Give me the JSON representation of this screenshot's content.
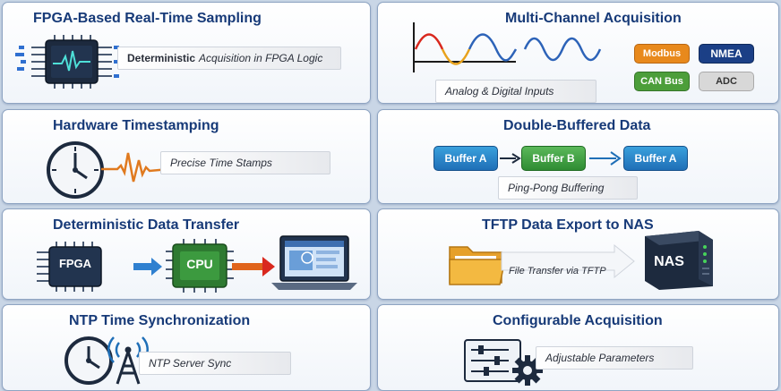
{
  "cards": {
    "fpga_sampling": {
      "title": "FPGA-Based Real-Time Sampling",
      "caption_bold": "Deterministic",
      "caption_rest": "Acquisition in FPGA Logic"
    },
    "multi_channel": {
      "title": "Multi-Channel Acquisition",
      "caption": "Analog & Digital Inputs",
      "tags": [
        {
          "label": "Modbus",
          "color": "#e8891c"
        },
        {
          "label": "NMEA",
          "color": "#1b3f86"
        },
        {
          "label": "CAN Bus",
          "color": "#4c9e3a"
        },
        {
          "label": "ADC",
          "color": "#d8d8d8"
        }
      ]
    },
    "timestamping": {
      "title": "Hardware Timestamping",
      "caption": "Precise Time Stamps"
    },
    "double_buffer": {
      "title": "Double-Buffered Data",
      "caption": "Ping-Pong Buffering",
      "buffer_a": "Buffer A",
      "buffer_b": "Buffer B",
      "buffer_a2": "Buffer A"
    },
    "data_transfer": {
      "title": "Deterministic Data Transfer",
      "fpga_label": "FPGA",
      "cpu_label": "CPU"
    },
    "tftp_export": {
      "title": "TFTP Data Export to NAS",
      "caption": "File Transfer via TFTP",
      "nas_label": "NAS"
    },
    "ntp_sync": {
      "title": "NTP Time Synchronization",
      "caption": "NTP Server Sync"
    },
    "configurable": {
      "title": "Configurable Acquisition",
      "caption": "Adjustable Parameters"
    }
  },
  "icons": [
    "chip-waveform-icon",
    "waveform-icon",
    "clock-icon",
    "laptop-icon",
    "folder-icon",
    "nas-icon",
    "antenna-icon",
    "sliders-icon",
    "gear-icon"
  ],
  "colors": {
    "title": "#173a78",
    "orange": "#e07a1f",
    "blue": "#1f6fb7",
    "green": "#3d8f3a"
  }
}
